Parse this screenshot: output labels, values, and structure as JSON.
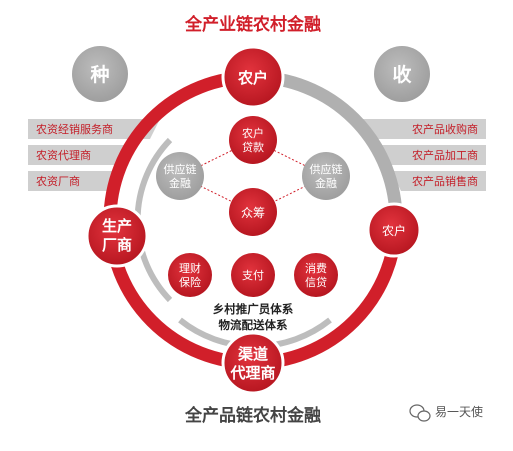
{
  "title_top": "全产业链农村金融",
  "title_bottom": "全产品链农村金融",
  "left_gray_circle": "种",
  "right_gray_circle": "收",
  "left_labels": [
    "农资经销服务商",
    "农资代理商",
    "农资厂商"
  ],
  "right_labels": [
    "农产品收购商",
    "农产品加工商",
    "农产品销售商"
  ],
  "ring_nodes": {
    "top": "农户",
    "right": "农户",
    "left": [
      "生产",
      "厂商"
    ],
    "bottom": [
      "渠道",
      "代理商"
    ]
  },
  "inner_nodes": {
    "loan": [
      "农户",
      "贷款"
    ],
    "supply_left": [
      "供应链",
      "金融"
    ],
    "supply_right": [
      "供应链",
      "金融"
    ],
    "crowdfunding": "众筹",
    "wealth": [
      "理财",
      "保险"
    ],
    "payment": "支付",
    "consumer": [
      "消费",
      "信贷"
    ]
  },
  "center_text": [
    "乡村推广员体系",
    "物流配送体系"
  ],
  "watermark": "易一天使",
  "colors": {
    "red": "#d11f2a",
    "gray": "#aaaaaa",
    "band": "#cfcfcf"
  }
}
